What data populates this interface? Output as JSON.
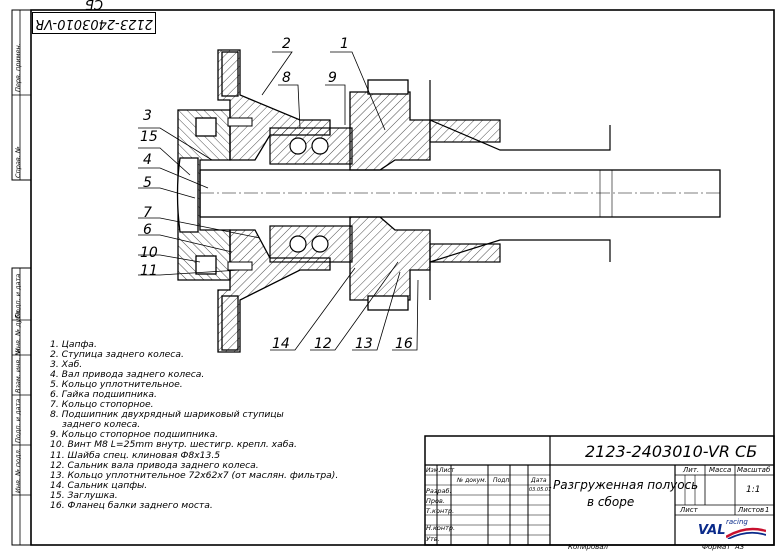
{
  "stamp": "2123-2403010-VR СБ",
  "side_labels": [
    "Перв. примен.",
    "Справ. №",
    "Подп. и дата",
    "Инв. № дубл.",
    "Взам. инв. №",
    "Подп. и дата",
    "Инв. № подл."
  ],
  "callouts": [
    "1",
    "2",
    "3",
    "15",
    "4",
    "5",
    "7",
    "6",
    "10",
    "11",
    "8",
    "9",
    "14",
    "12",
    "13",
    "16"
  ],
  "legend": [
    "1. Цапфа.",
    "2. Ступица заднего колеса.",
    "3. Хаб.",
    "4. Вал привода заднего колеса.",
    "5. Кольцо уплотнительное.",
    "6. Гайка подшипника.",
    "7. Кольцо стопорное.",
    "8. Подшипник двухрядный шариковый ступицы",
    "   заднего колеса.",
    "9. Кольцо стопорное подшипника.",
    "10. Винт М8 L=25mm внутр. шестигр. крепл. хаба.",
    "11. Шайба спец. клиновая Ф8х13.5",
    "12. Сальник вала привода заднего колеса.",
    "13. Кольцо уплотнительное 72х62х7 (от маслян. фильтра).",
    "14. Сальник цапфы.",
    "15. Заглушка.",
    "16. Фланец балки заднего моста."
  ],
  "title_block": {
    "designation": "2123-2403010-VR СБ",
    "name_line1": "Разгруженная полуось",
    "name_line2": "в сборе",
    "col_headers": [
      "Изм.",
      "Лист",
      "№ докум.",
      "Подп.",
      "Дата"
    ],
    "roles": [
      "Разраб.",
      "Пров.",
      "Т.контр.",
      "",
      "Н.контр.",
      "Утв."
    ],
    "date_value": "03.05.07",
    "lit_label": "Лит.",
    "mass_label": "Масса",
    "scale_label": "Масштаб",
    "scale_value": "1:1",
    "sheet_label": "Лист",
    "sheets_label": "Листов",
    "sheets_value": "1",
    "logo_text": "VAL",
    "logo_sub": "racing",
    "copied": "Копировал",
    "format_label": "Формат",
    "format_value": "А3"
  }
}
